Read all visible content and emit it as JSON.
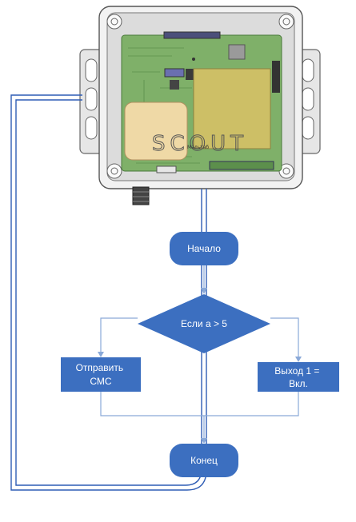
{
  "device": {
    "logo_text": "SCOUT",
    "module_label": "Мальтаб"
  },
  "flowchart": {
    "start_label": "Начало",
    "decision_label": "Если a > 5",
    "left_action": [
      "Отправить",
      "СМС"
    ],
    "right_action": [
      "Выход 1 =",
      "Вкл."
    ],
    "end_label": "Конец"
  },
  "colors": {
    "node_fill": "#3c6fc0",
    "connector": "#8aa9d8",
    "loop_line": "#2f5db5",
    "board": "#7fb069",
    "battery": "#cdbf66",
    "enclosure": "#bfbfbf"
  }
}
